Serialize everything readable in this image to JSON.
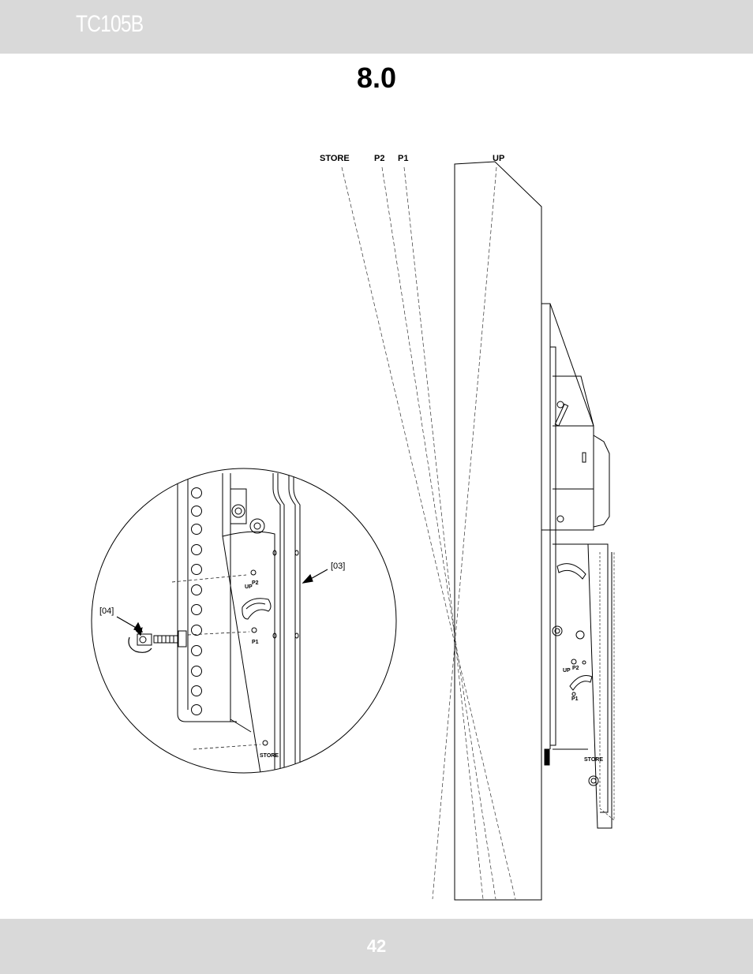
{
  "header": {
    "model": "TC105B"
  },
  "step": {
    "number": "8.0"
  },
  "diagram": {
    "position_labels": {
      "store": "STORE",
      "p2": "P2",
      "p1": "P1",
      "up": "UP"
    },
    "callouts": {
      "part_03": "[03]",
      "part_04": "[04]"
    },
    "detail_labels": {
      "up": "UP",
      "p2": "P2",
      "p1": "P1",
      "store": "STORE"
    },
    "side_labels": {
      "up": "UP",
      "p2": "P2",
      "p1": "P1",
      "store": "STORE"
    }
  },
  "footer": {
    "page_number": "42"
  }
}
